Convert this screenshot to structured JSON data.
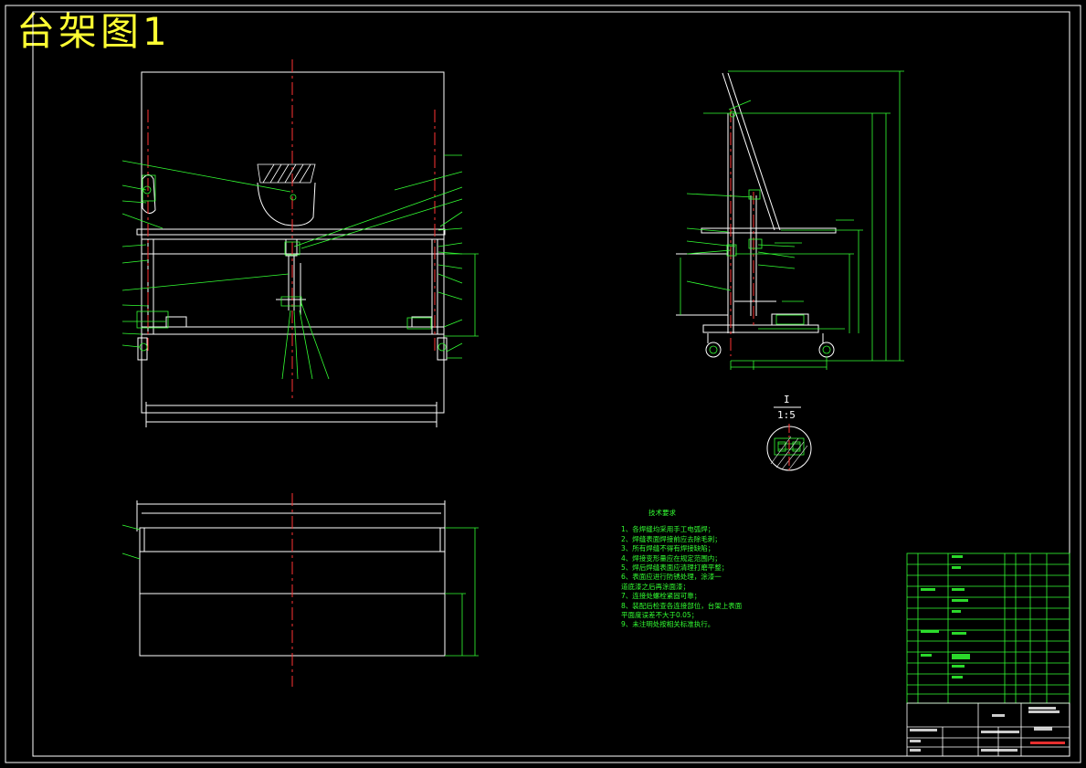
{
  "title": "台架图1",
  "detail_view": {
    "label": "I",
    "scale": "1:5"
  },
  "technical_notes": {
    "heading": "技术要求",
    "items": [
      "1、各焊缝均采用手工电弧焊；",
      "2、焊缝表面焊接前应去除毛刺；",
      "3、所有焊缝不得有焊接缺陷；",
      "4、焊接变形量应在规定范围内；",
      "5、焊后焊缝表面应清理打磨平整；",
      "6、表面应进行防锈处理，涂漆一",
      "道底漆之后再涂面漆；",
      "7、连接处螺栓紧固可靠；",
      "8、装配后检查各连接部位，台架上表面",
      "平面度误差不大于0.05；",
      "9、未注明处按相关标准执行。"
    ]
  },
  "colors": {
    "background": "#000000",
    "outline": "#ffffff",
    "leader": "#33ff33",
    "centerline": "#ff3333",
    "title": "#ffff33"
  }
}
